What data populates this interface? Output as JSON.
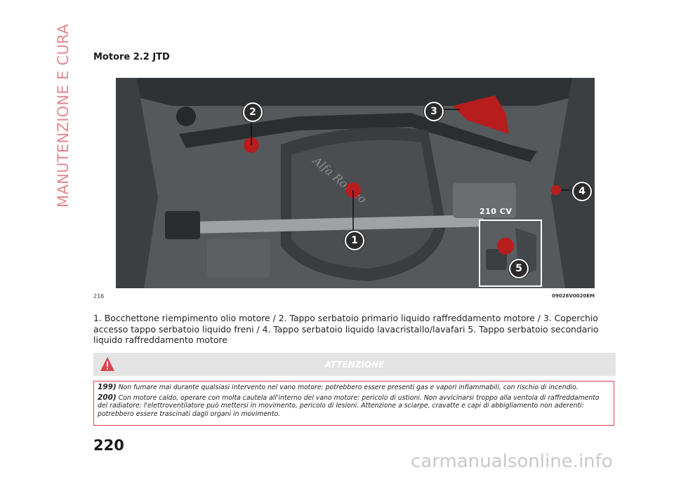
{
  "sidebar": {
    "section": "MANUTENZIONE E CURA"
  },
  "heading": "Motore 2.2 JTD",
  "figure": {
    "callouts": [
      "1",
      "2",
      "3",
      "4",
      "5"
    ],
    "inset_label": "210 CV",
    "engine_cover_text": "Alfa Romeo",
    "number": "216",
    "code": "09026V0020EM"
  },
  "caption": "1. Bocchettone riempimento olio motore / 2. Tappo serbatoio primario liquido raffreddamento motore / 3. Coperchio accesso tappo serbatoio liquido freni / 4. Tappo serbatoio liquido lavacristallo/lavafari 5. Tappo serbatoio secondario liquido raffreddamento motore",
  "warning": {
    "title": "ATTENZIONE",
    "icon": "warning-triangle-icon",
    "items": [
      {
        "num": "199)",
        "text": "Non fumare mai durante qualsiasi intervento nel vano motore: potrebbero essere presenti gas e vapori infiammabili, con rischio di incendio."
      },
      {
        "num": "200)",
        "text": "Con motore caldo, operare con molta cautela all'interno del vano motore: pericolo di ustioni. Non avvicinarsi troppo alla ventola di raffreddamento del radiatore: l'elettroventilatore può mettersi in movimento, pericolo di lesioni. Attenzione a sciarpe, cravatte e capi di abbigliamento non aderenti: potrebbero essere trascinati dagli organi in movimento."
      }
    ]
  },
  "page_number": "220",
  "watermark": "carmanualsonline.info",
  "colors": {
    "accent": "#d9434f",
    "side_tab": "#e28a92",
    "cap_red": "#b81d1d"
  }
}
